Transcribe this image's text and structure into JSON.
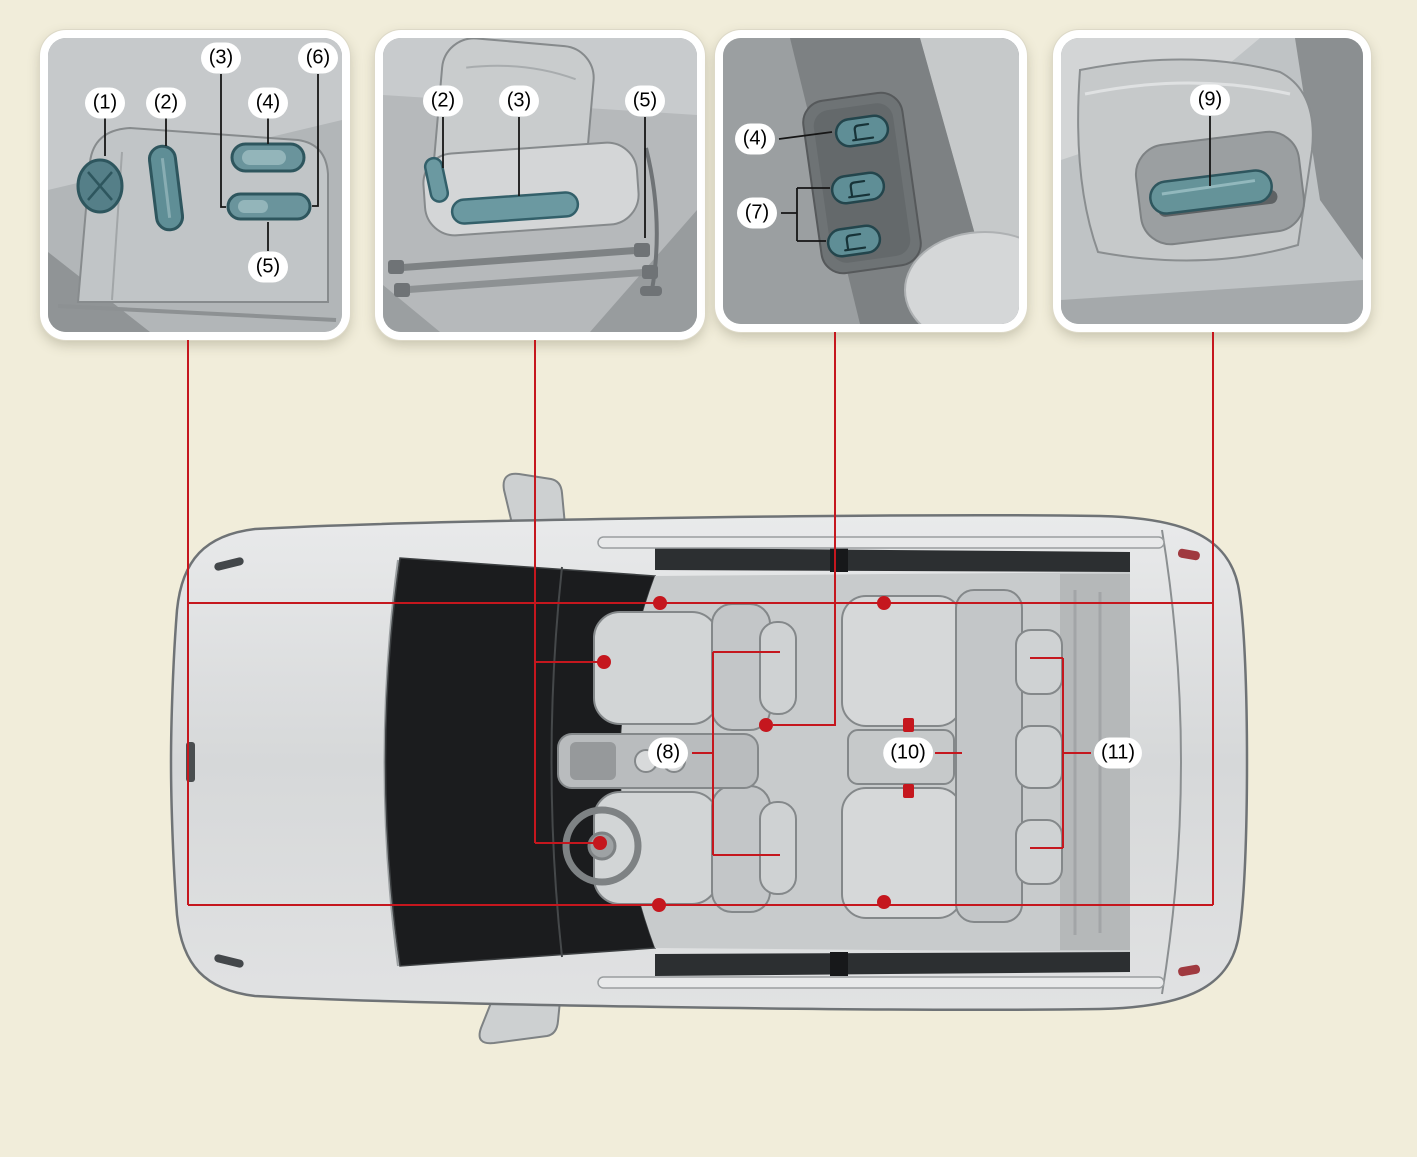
{
  "figure": {
    "background_color": "#f1edda",
    "accent_red": "#c5171e",
    "control_teal": "#5f8e96",
    "panel_frame_color": "#ffffff"
  },
  "callouts": {
    "1": "(1)",
    "2": "(2)",
    "3": "(3)",
    "4": "(4)",
    "5": "(5)",
    "6": "(6)",
    "7": "(7)",
    "8": "(8)",
    "9": "(9)",
    "10": "(10)",
    "11": "(11)"
  }
}
